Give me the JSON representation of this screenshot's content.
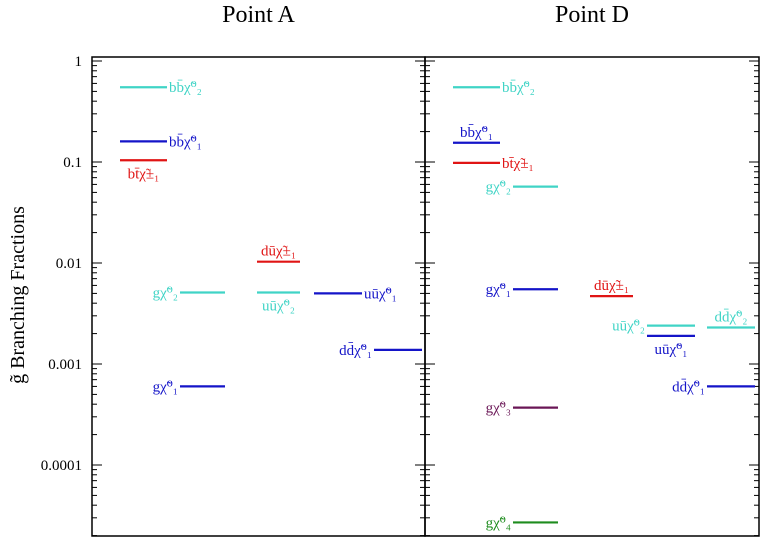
{
  "chart_data": {
    "type": "scatter",
    "ylabel": "g̃ Branching Fractions",
    "yscale": "log",
    "ylim": [
      2e-05,
      1
    ],
    "yticks": [
      {
        "value": 1,
        "label": "1"
      },
      {
        "value": 0.1,
        "label": "0.1"
      },
      {
        "value": 0.01,
        "label": "0.01"
      },
      {
        "value": 0.001,
        "label": "0.001"
      },
      {
        "value": 0.0001,
        "label": "0.0001"
      }
    ],
    "colors": {
      "cyan": "#40d4c6",
      "blue": "#1414c8",
      "red": "#e01414",
      "purple": "#6a1656",
      "green": "#1e8c1e",
      "frame": "#000000"
    },
    "panels": [
      {
        "title": "Point A",
        "levels": [
          {
            "label": "bb̄χ̃⁰₂",
            "value": 0.55,
            "color": "cyan",
            "col": 0,
            "label_side": "right"
          },
          {
            "label": "bb̄χ̃⁰₁",
            "value": 0.16,
            "color": "blue",
            "col": 0,
            "label_side": "right"
          },
          {
            "label": "bt̄χ̃±₁",
            "value": 0.104,
            "color": "red",
            "col": 0,
            "label_side": "below"
          },
          {
            "label": "gχ̃⁰₂",
            "value": 0.0051,
            "color": "cyan",
            "col": 1,
            "label_side": "left"
          },
          {
            "label": "gχ̃⁰₁",
            "value": 0.0006,
            "color": "blue",
            "col": 1,
            "label_side": "left"
          },
          {
            "label": "dūχ̃±₁",
            "value": 0.0103,
            "color": "red",
            "col": 2,
            "label_side": "above"
          },
          {
            "label": "uūχ̃⁰₂",
            "value": 0.0051,
            "color": "cyan",
            "col": 2,
            "label_side": "below"
          },
          {
            "label": "uūχ̃⁰₁",
            "value": 0.005,
            "color": "blue",
            "col": 3,
            "label_side": "right"
          },
          {
            "label": "dd̄χ̃⁰₁",
            "value": 0.00138,
            "color": "blue",
            "col": 4,
            "label_side": "left"
          }
        ]
      },
      {
        "title": "Point D",
        "levels": [
          {
            "label": "bb̄χ̃⁰₂",
            "value": 0.55,
            "color": "cyan",
            "col": 0,
            "label_side": "right"
          },
          {
            "label": "bb̄χ̃⁰₁",
            "value": 0.155,
            "color": "blue",
            "col": 0,
            "label_side": "above"
          },
          {
            "label": "bt̄χ̃±₁",
            "value": 0.098,
            "color": "red",
            "col": 0,
            "label_side": "right"
          },
          {
            "label": "gχ̃⁰₂",
            "value": 0.057,
            "color": "cyan",
            "col": 1,
            "label_side": "left"
          },
          {
            "label": "gχ̃⁰₁",
            "value": 0.0055,
            "color": "blue",
            "col": 1,
            "label_side": "left"
          },
          {
            "label": "gχ̃⁰₃",
            "value": 0.00037,
            "color": "purple",
            "col": 1,
            "label_side": "left"
          },
          {
            "label": "gχ̃⁰₄",
            "value": 2.7e-05,
            "color": "green",
            "col": 1,
            "label_side": "left"
          },
          {
            "label": "dūχ̃±₁",
            "value": 0.0047,
            "color": "red",
            "col": 2,
            "label_side": "above"
          },
          {
            "label": "uūχ̃⁰₂",
            "value": 0.0024,
            "color": "cyan",
            "col": 3,
            "label_side": "left"
          },
          {
            "label": "uūχ̃⁰₁",
            "value": 0.0019,
            "color": "blue",
            "col": 3,
            "label_side": "below"
          },
          {
            "label": "dd̄χ̃⁰₂",
            "value": 0.0023,
            "color": "cyan",
            "col": 4,
            "label_side": "above"
          },
          {
            "label": "dd̄χ̃⁰₁",
            "value": 0.0006,
            "color": "blue",
            "col": 4,
            "label_side": "left"
          }
        ]
      }
    ]
  }
}
